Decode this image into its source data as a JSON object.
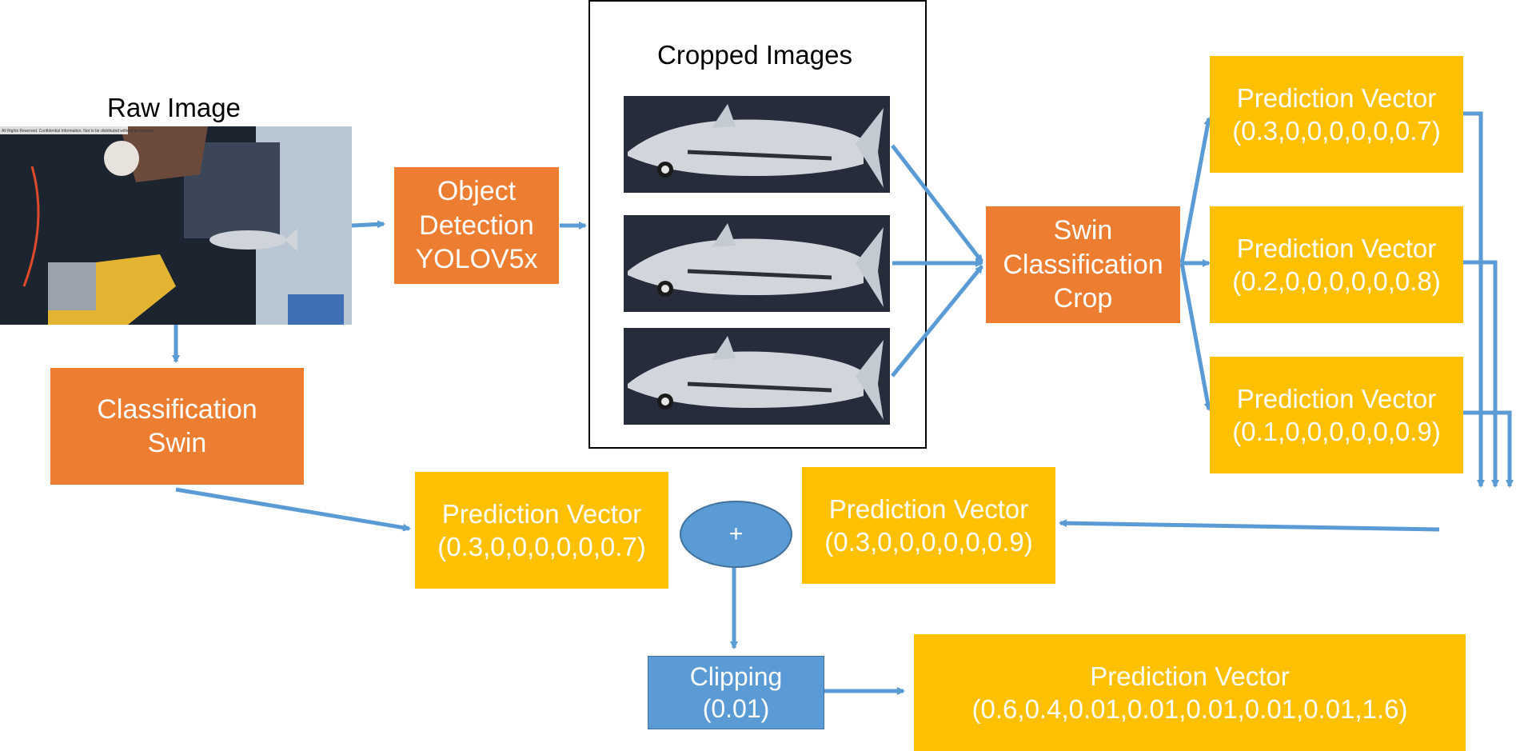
{
  "colors": {
    "orange": "#ED7D31",
    "yellow": "#FFC000",
    "blue": "#5B9BD5",
    "arrow": "#5B9BD5"
  },
  "labels": {
    "raw_image": "Raw Image",
    "cropped_images": "Cropped Images"
  },
  "raw_image_caption": "All Rights Reserved. Confidential Information. Not to be distributed without permission.",
  "object_detection": {
    "line1": "Object",
    "line2": "Detection",
    "line3": "YOLOV5x"
  },
  "classification_swin": {
    "line1": "Classification",
    "line2": "Swin"
  },
  "swin_crop": {
    "line1": "Swin",
    "line2": "Classification",
    "line3": "Crop"
  },
  "pred_crop_1": {
    "title": "Prediction Vector",
    "value": "(0.3,0,0,0,0,0,0.7)"
  },
  "pred_crop_2": {
    "title": "Prediction Vector",
    "value": "(0.2,0,0,0,0,0,0.8)"
  },
  "pred_crop_3": {
    "title": "Prediction Vector",
    "value": "(0.1,0,0,0,0,0,0.9)"
  },
  "pred_swin": {
    "title": "Prediction Vector",
    "value": "(0.3,0,0,0,0,0,0.7)"
  },
  "pred_aggregate": {
    "title": "Prediction Vector",
    "value": "(0.3,0,0,0,0,0,0.9)"
  },
  "plus": "+",
  "clipping": {
    "line1": "Clipping",
    "line2": "(0.01)"
  },
  "pred_final": {
    "title": "Prediction Vector",
    "value": "(0.6,0.4,0.01,0.01,0.01,0.01,0.01,1.6)"
  }
}
